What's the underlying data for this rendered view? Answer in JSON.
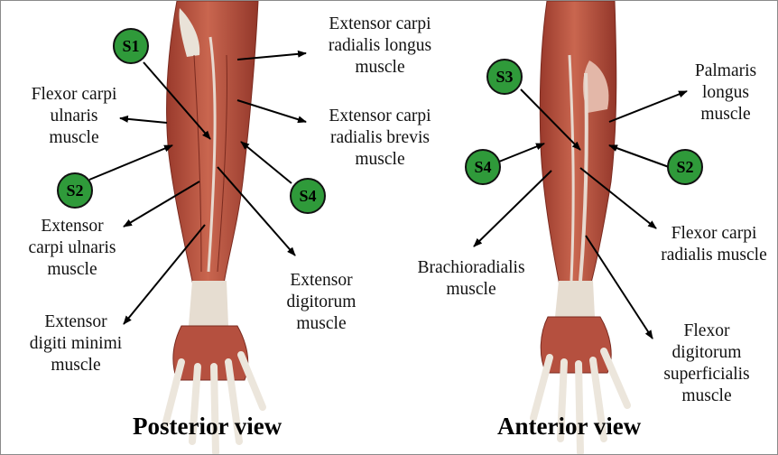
{
  "views": {
    "posterior": "Posterior view",
    "anterior": "Anterior view"
  },
  "labels": {
    "ecrl": [
      "Extensor carpi",
      "radialis longus",
      "muscle"
    ],
    "ecrb": [
      "Extensor carpi",
      "radialis brevis",
      "muscle"
    ],
    "fcu": [
      "Flexor carpi",
      "ulnaris",
      "muscle"
    ],
    "ecu": [
      "Extensor",
      "carpi ulnaris",
      "muscle"
    ],
    "edm": [
      "Extensor",
      "digiti minimi",
      "muscle"
    ],
    "ed": [
      "Extensor",
      "digitorum",
      "muscle"
    ],
    "pl": [
      "Palmaris",
      "longus",
      "muscle"
    ],
    "fcr": [
      "Flexor carpi",
      "radialis muscle"
    ],
    "br": [
      "Brachioradialis",
      "muscle"
    ],
    "fds": [
      "Flexor",
      "digitorum",
      "superficialis",
      "muscle"
    ]
  },
  "badges": {
    "s1": "S1",
    "s2_left": "S2",
    "s3": "S3",
    "s4_right": "S4",
    "s4_left": "S4",
    "s2_right": "S2"
  },
  "colors": {
    "badge_fill": "#2f9a3a",
    "muscle": "#b5503f",
    "tendon": "#efe6dc"
  }
}
